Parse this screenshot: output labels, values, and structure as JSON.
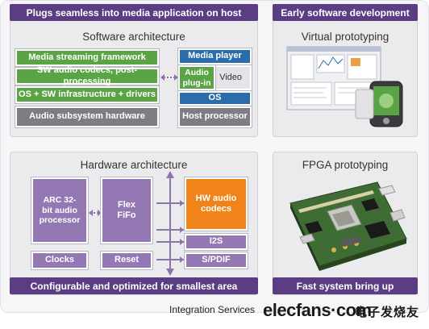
{
  "software_panel": {
    "banner": "Plugs seamless into media application on host",
    "title": "Software architecture",
    "stack": [
      "Media streaming framework",
      "SW audio codecs, post-processing",
      "OS + SW infrastructure + drivers",
      "Audio subsystem hardware"
    ],
    "host": {
      "media_player": "Media player",
      "audio_plugin": "Audio plug-in",
      "video": "Video",
      "os": "OS",
      "host_processor": "Host processor"
    }
  },
  "early_panel": {
    "banner": "Early software development",
    "title": "Virtual prototyping"
  },
  "hardware_panel": {
    "title": "Hardware architecture",
    "arc": "ARC 32-bit audio processor",
    "fifo": "Flex FiFo",
    "hw_codecs": "HW audio codecs",
    "i2s": "I2S",
    "spdif": "S/PDIF",
    "clocks": "Clocks",
    "reset": "Reset",
    "banner": "Configurable and optimized for smallest area"
  },
  "fpga_panel": {
    "title": "FPGA prototyping",
    "banner": "Fast system bring up"
  },
  "footer": {
    "integration": "Integration Services",
    "brand": "elecfans·com",
    "brand_cn": "电子发烧友"
  },
  "colors": {
    "banner": "#5a3d82",
    "green": "#5ba445",
    "gray": "#7d7d83",
    "purple": "#9478b4",
    "blue": "#2b6dab",
    "orange": "#f0841a"
  }
}
